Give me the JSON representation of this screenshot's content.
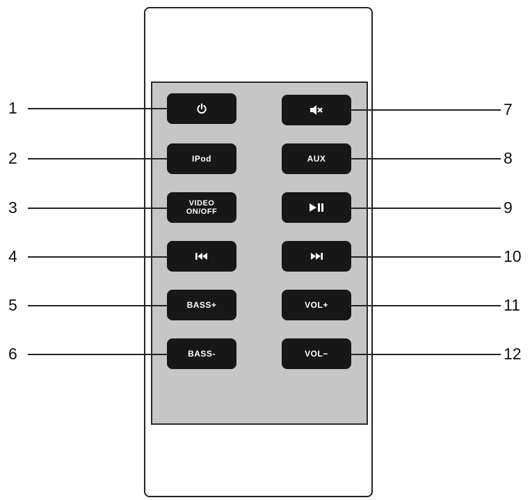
{
  "remote": {
    "left_buttons": [
      {
        "id": "power",
        "icon": "power-icon",
        "callout": "1"
      },
      {
        "id": "ipod",
        "label": "IPod",
        "callout": "2"
      },
      {
        "id": "video",
        "label_line1": "VIDEO",
        "label_line2": "ON/OFF",
        "callout": "3"
      },
      {
        "id": "prev",
        "icon": "skip-back-icon",
        "callout": "4"
      },
      {
        "id": "bass-plus",
        "label": "BASS+",
        "callout": "5"
      },
      {
        "id": "bass-minus",
        "label": "BASS-",
        "callout": "6"
      }
    ],
    "right_buttons": [
      {
        "id": "mute",
        "icon": "mute-icon",
        "callout": "7"
      },
      {
        "id": "aux",
        "label": "AUX",
        "callout": "8"
      },
      {
        "id": "play-pause",
        "icon": "play-pause-icon",
        "callout": "9"
      },
      {
        "id": "next",
        "icon": "skip-forward-icon",
        "callout": "10"
      },
      {
        "id": "vol-plus",
        "label": "VOL+",
        "callout": "11"
      },
      {
        "id": "vol-minus",
        "label": "VOL−",
        "callout": "12"
      }
    ]
  },
  "colors": {
    "button": "#171717",
    "panel": "#c6c6c6",
    "outline": "#222222"
  }
}
